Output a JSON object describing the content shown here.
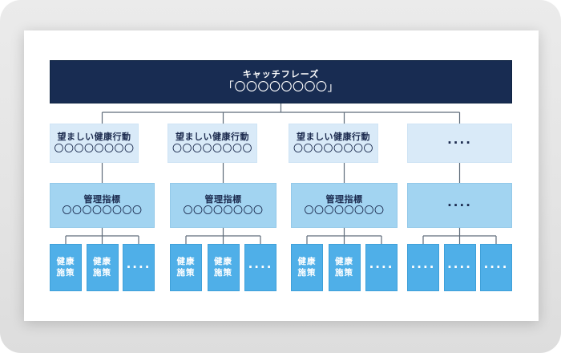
{
  "banner": {
    "title": "キャッチフレーズ",
    "subtitle": "「〇〇〇〇〇〇〇〇」"
  },
  "columns": [
    {
      "behavior": {
        "title": "望ましい健康行動",
        "value": "〇〇〇〇〇〇〇〇"
      },
      "metric": {
        "title": "管理指標",
        "value": "〇〇〇〇〇〇〇〇"
      },
      "measures": [
        {
          "line1": "健康",
          "line2": "施策"
        },
        {
          "line1": "健康",
          "line2": "施策"
        },
        {
          "dots": "····"
        }
      ]
    },
    {
      "behavior": {
        "title": "望ましい健康行動",
        "value": "〇〇〇〇〇〇〇〇"
      },
      "metric": {
        "title": "管理指標",
        "value": "〇〇〇〇〇〇〇〇"
      },
      "measures": [
        {
          "line1": "健康",
          "line2": "施策"
        },
        {
          "line1": "健康",
          "line2": "施策"
        },
        {
          "dots": "····"
        }
      ]
    },
    {
      "behavior": {
        "title": "望ましい健康行動",
        "value": "〇〇〇〇〇〇〇〇"
      },
      "metric": {
        "title": "管理指標",
        "value": "〇〇〇〇〇〇〇〇"
      },
      "measures": [
        {
          "line1": "健康",
          "line2": "施策"
        },
        {
          "line1": "健康",
          "line2": "施策"
        },
        {
          "dots": "····"
        }
      ]
    },
    {
      "behavior": {
        "dots": "····"
      },
      "metric": {
        "dots": "····"
      },
      "measures": [
        {
          "dots": "····"
        },
        {
          "dots": "····"
        },
        {
          "dots": "····"
        }
      ]
    }
  ],
  "colors": {
    "banner_bg": "#182c52",
    "behavior_bg": "#d9eaf8",
    "metric_bg": "#a2d4f1",
    "measure_bg": "#4fafe8",
    "text_navy": "#1b2a4e",
    "text_white": "#ffffff",
    "connector": "#5f6c7a",
    "frame_bg": "#e5e5e5",
    "card_bg": "#ffffff"
  }
}
